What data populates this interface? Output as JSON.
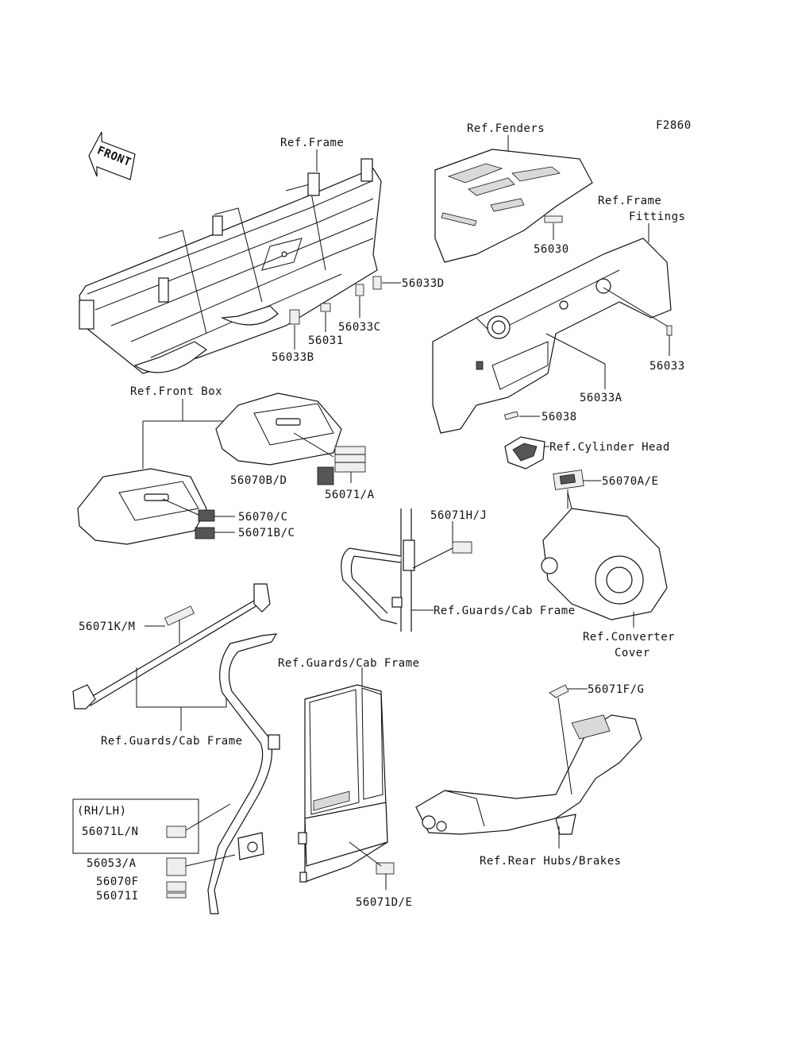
{
  "figure_id": "F2860",
  "front_arrow": "FRONT",
  "labels": {
    "ref_frame": "Ref.Frame",
    "ref_fenders": "Ref.Fenders",
    "ref_frame_fittings_1": "Ref.Frame",
    "ref_frame_fittings_2": "Fittings",
    "p56030": "56030",
    "p56033D": "56033D",
    "p56033C": "56033C",
    "p56031": "56031",
    "p56033B": "56033B",
    "p56033": "56033",
    "p56033A": "56033A",
    "ref_front_box": "Ref.Front Box",
    "p56038": "56038",
    "ref_cylinder_head": "Ref.Cylinder Head",
    "p56070BD": "56070B/D",
    "p56071A": "56071/A",
    "p56070AE": "56070A/E",
    "p56070C": "56070/C",
    "p56071BC": "56071B/C",
    "p56071HJ": "56071H/J",
    "ref_guards_cab_frame_1": "Ref.Guards/Cab Frame",
    "p56071KM": "56071K/M",
    "ref_converter_1": "Ref.Converter",
    "ref_converter_2": "Cover",
    "ref_guards_cab_frame_2": "Ref.Guards/Cab Frame",
    "p56071FG": "56071F/G",
    "ref_guards_cab_frame_3": "Ref.Guards/Cab Frame",
    "rh_lh": "(RH/LH)",
    "p56071LN": "56071L/N",
    "p56053A": "56053/A",
    "p56070F": "56070F",
    "p56071I": "56071I",
    "p56071DE": "56071D/E",
    "ref_rear_hubs": "Ref.Rear Hubs/Brakes"
  }
}
